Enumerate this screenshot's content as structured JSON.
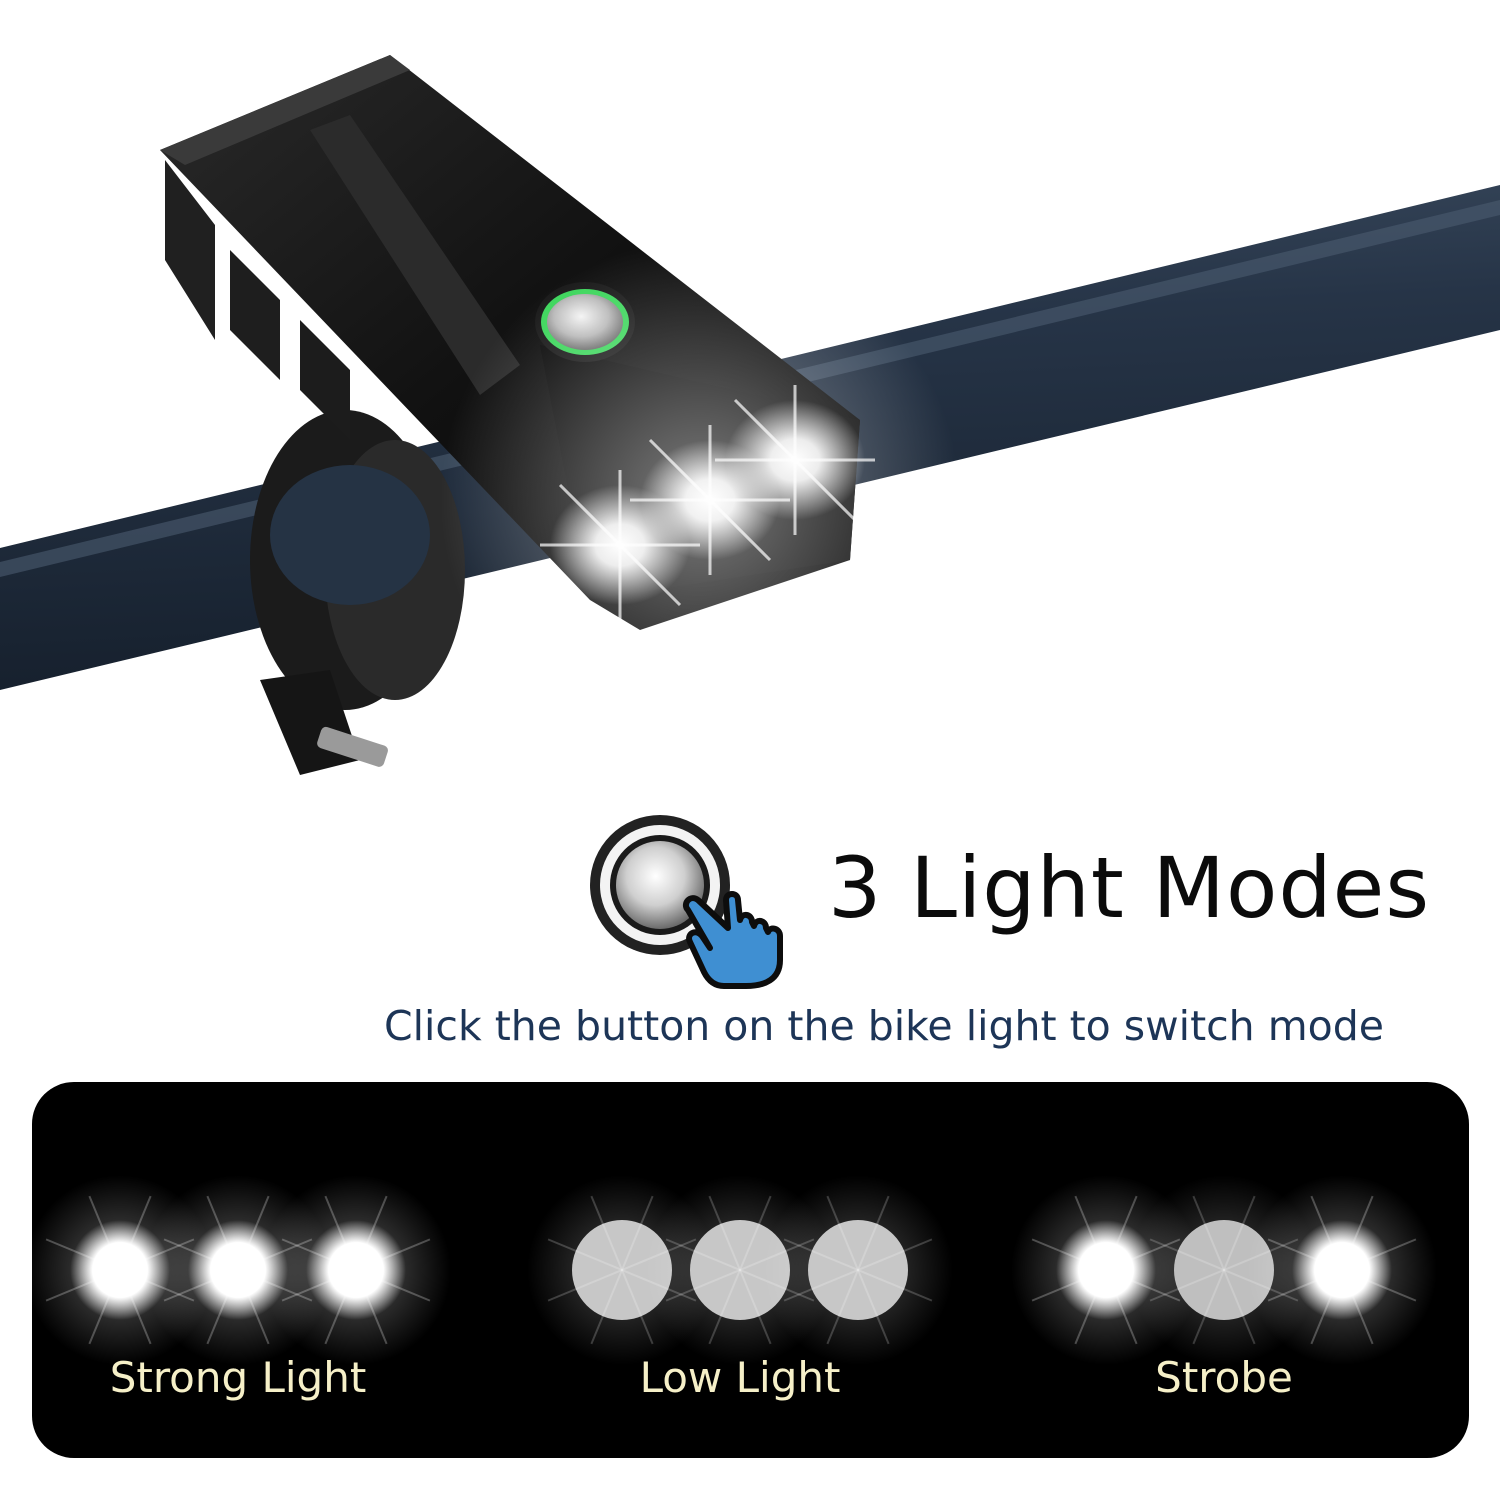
{
  "headline": {
    "title": "3 Light Modes",
    "subtitle": "Click the button on the bike light to switch mode"
  },
  "icons": {
    "button": "push-button-icon",
    "hand": "pointing-hand-icon"
  },
  "colors": {
    "handlebar": "#243447",
    "subtitle": "#1d3557",
    "hand": "#3f8fd2",
    "mode_label": "#f6f0c8",
    "indicator_ring": "#3dd65c"
  },
  "modes": [
    {
      "label": "Strong Light",
      "brightness": [
        1.0,
        1.0,
        1.0
      ]
    },
    {
      "label": "Low Light",
      "brightness": [
        0.78,
        0.78,
        0.78
      ]
    },
    {
      "label": "Strobe",
      "brightness": [
        1.0,
        0.75,
        1.0
      ]
    }
  ]
}
